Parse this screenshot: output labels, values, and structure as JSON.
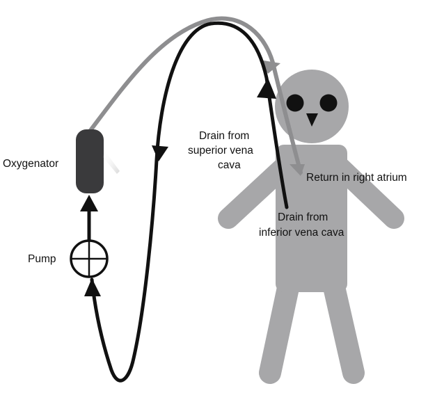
{
  "diagram": {
    "labels": {
      "oxygenator": "Oxygenator",
      "pump": "Pump",
      "drain_superior_line1": "Drain from",
      "drain_superior_line2": "superior vena",
      "drain_superior_line3": "cava",
      "return_right_atrium": "Return in right atrium",
      "drain_inferior_line1": "Drain from",
      "drain_inferior_line2": "inferior vena cava"
    },
    "colors": {
      "body": "#a7a7a9",
      "eyes": "#111111",
      "beak": "#111111",
      "venous_line": "#111111",
      "arterial_line": "#8e8e90",
      "oxygenator": "#3a3a3c",
      "pump_circle": "#111111"
    }
  }
}
